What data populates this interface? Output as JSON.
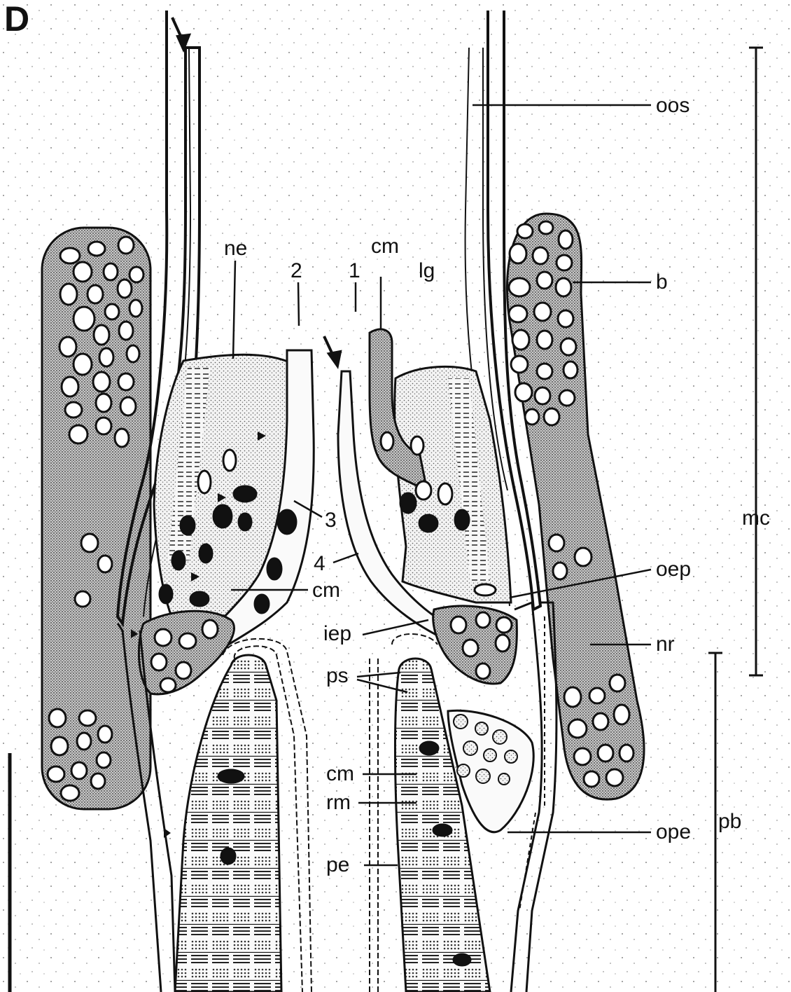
{
  "panel_label": "D",
  "labels": {
    "oos": "oos",
    "ne": "ne",
    "n2": "2",
    "n1": "1",
    "cm_top": "cm",
    "lg": "lg",
    "b": "b",
    "mc": "mc",
    "n3": "3",
    "n4": "4",
    "oep": "oep",
    "cm_mid": "cm",
    "iep": "iep",
    "nr": "nr",
    "ps": "ps",
    "cm_low": "cm",
    "rm": "rm",
    "ope": "ope",
    "pb": "pb",
    "pe": "pe"
  },
  "colors": {
    "ink": "#111111",
    "tissue": "#dcdcdc",
    "dense": "#b8b8b8",
    "background": "#ffffff"
  }
}
